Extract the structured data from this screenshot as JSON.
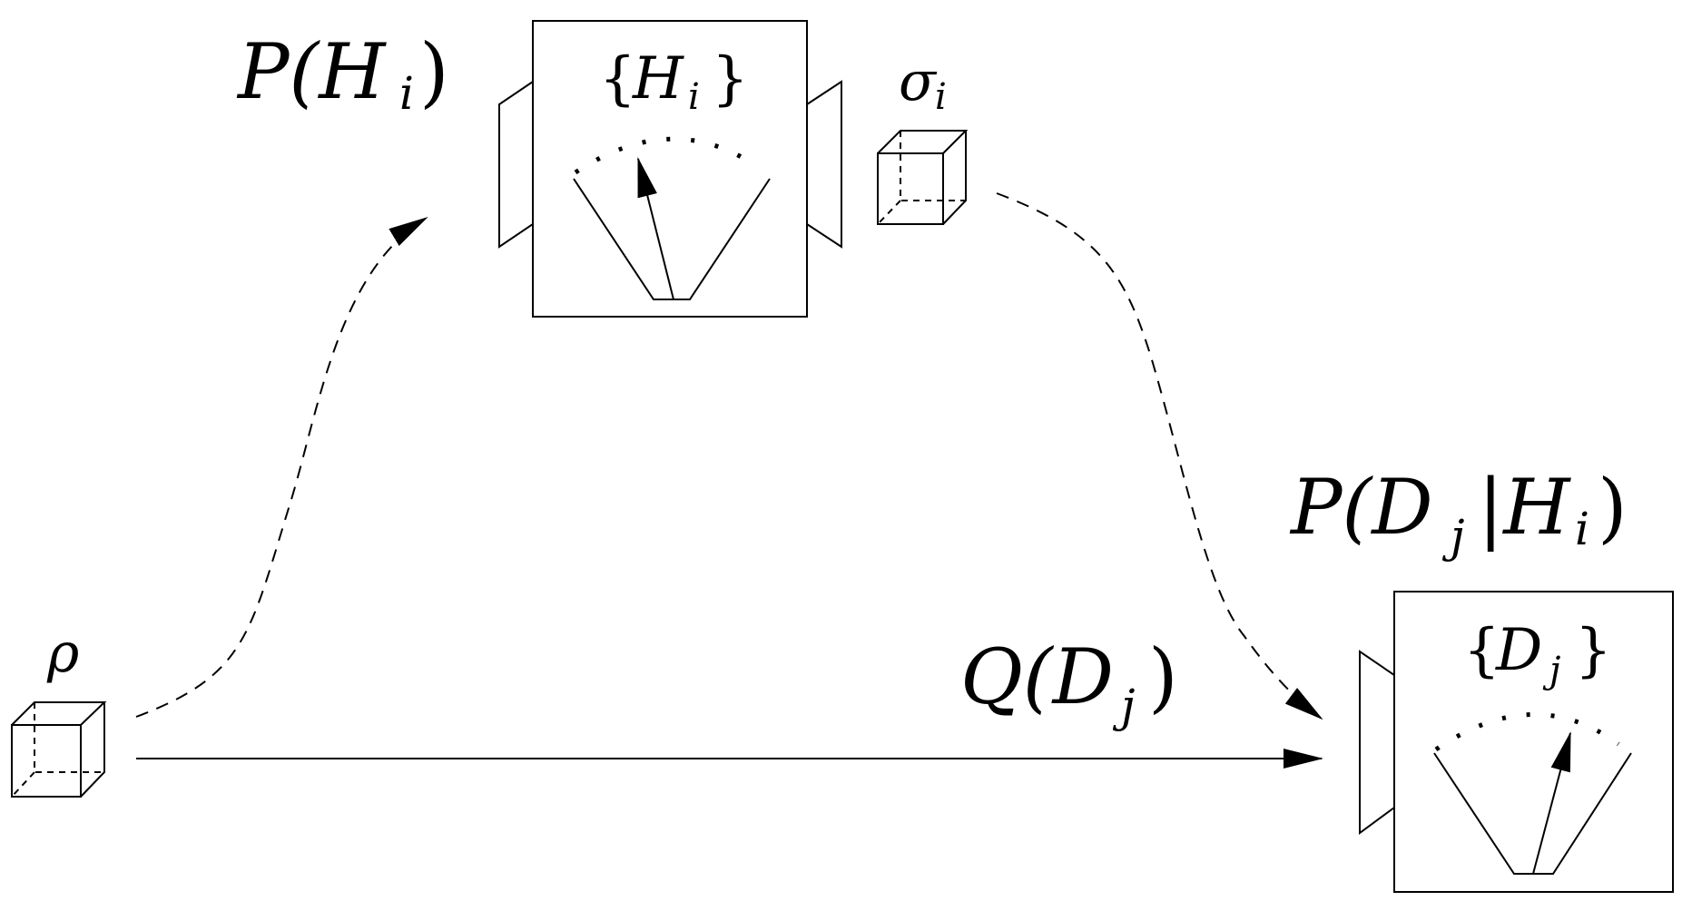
{
  "labels": {
    "prior": {
      "main": "P(H",
      "sub": "i",
      "close": ")"
    },
    "meter_h": {
      "open": "{",
      "main": "H",
      "sub": "i",
      "close": "}"
    },
    "sigma": {
      "main": "σ",
      "sub": "i"
    },
    "rho": "ρ",
    "q": {
      "main": "Q(D",
      "sub": "j",
      "close": ")"
    },
    "likelihood": {
      "p": "P(D",
      "sub_j": "j",
      "bar": "|H",
      "sub_i": "i",
      "close": ")"
    },
    "meter_d": {
      "open": "{",
      "main": "D",
      "sub": "j",
      "close": "}"
    }
  }
}
